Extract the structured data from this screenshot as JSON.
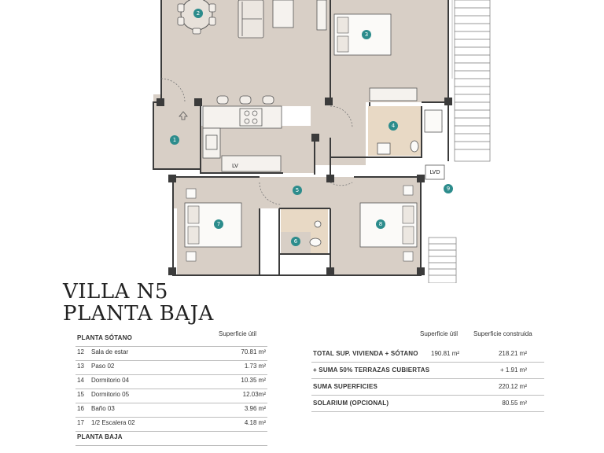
{
  "title": {
    "line1": "VILLA N5",
    "line2": "PLANTA BAJA"
  },
  "plan": {
    "room_markers": [
      "1",
      "2",
      "3",
      "4",
      "5",
      "6",
      "7",
      "8",
      "9"
    ],
    "labels": {
      "lv": "LV",
      "lvd": "LVD"
    },
    "colors": {
      "floor": "#d8cfc6",
      "bath": "#e8d9c5",
      "marker": "#2c8c8c",
      "wall": "#3b3b3b"
    }
  },
  "left_table": {
    "col_header": "Superficie útil",
    "section1": "PLANTA SÓTANO",
    "rows": [
      {
        "num": "12",
        "name": "Sala de estar",
        "value": "70.81 m²"
      },
      {
        "num": "13",
        "name": "Paso 02",
        "value": "1.73 m²"
      },
      {
        "num": "14",
        "name": "Dormitorio 04",
        "value": "10.35 m²"
      },
      {
        "num": "15",
        "name": "Dormitorio 05",
        "value": "12.03m²"
      },
      {
        "num": "16",
        "name": "Baño 03",
        "value": "3.96 m²"
      },
      {
        "num": "17",
        "name": "1/2 Escalera 02",
        "value": "4.18 m²"
      }
    ],
    "section2": "PLANTA BAJA"
  },
  "right_table": {
    "col_header_1": "Superficie útil",
    "col_header_2": "Superficie construida",
    "rows": [
      {
        "name": "TOTAL SUP. VIVIENDA + SÓTANO",
        "util": "190.81  m²",
        "construida": "218.21 m²"
      },
      {
        "name": "+ SUMA 50% TERRAZAS CUBIERTAS",
        "util": "",
        "construida": "+ 1.91 m²"
      },
      {
        "name": "SUMA SUPERFICIES",
        "util": "",
        "construida": "220.12 m²"
      },
      {
        "name": "SOLARIUM (OPCIONAL)",
        "util": "",
        "construida": "80.55 m²"
      }
    ]
  }
}
